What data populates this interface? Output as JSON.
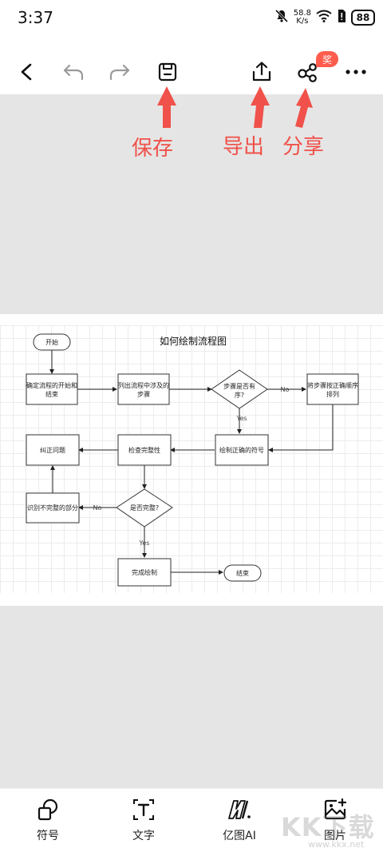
{
  "status_bar": {
    "time": "3:37",
    "net_speed_value": "58.8",
    "net_speed_unit": "K/s",
    "battery": "88"
  },
  "toolbar": {
    "share_badge": "奖",
    "accent_color": "#ff5c4d"
  },
  "annotations": {
    "save": "保存",
    "export": "导出",
    "share": "分享",
    "color": "#f0514a"
  },
  "diagram": {
    "title": "如何绘制流程图",
    "nodes": {
      "start": "开始",
      "define_start_end_1": "确定流程的开始和",
      "define_start_end_2": "结束",
      "list_steps_1": "列出流程中涉及的",
      "list_steps_2": "步骤",
      "ordered_1": "步骤是否有",
      "ordered_2": "序?",
      "reorder_1": "将步骤按正确顺序",
      "reorder_2": "排列",
      "draw_symbols": "绘制正确的符号",
      "check_complete": "检查完整性",
      "fix_issue": "纠正问题",
      "identify_incomplete": "识别不完整的部分",
      "is_complete": "是否完整?",
      "finish_drawing": "完成绘制",
      "end": "结束"
    },
    "edges": {
      "no_1": "No",
      "yes_1": "Yes",
      "no_2": "No",
      "yes_2": "Yes"
    }
  },
  "watermark": {
    "text": "KK下载",
    "url": "www.kkx.net"
  },
  "bottom_bar": {
    "tabs": [
      {
        "label": "符号",
        "icon": "shapes-icon"
      },
      {
        "label": "文字",
        "icon": "text-icon"
      },
      {
        "label": "亿图AI",
        "icon": "ai-icon"
      },
      {
        "label": "图片",
        "icon": "image-add-icon"
      }
    ]
  }
}
